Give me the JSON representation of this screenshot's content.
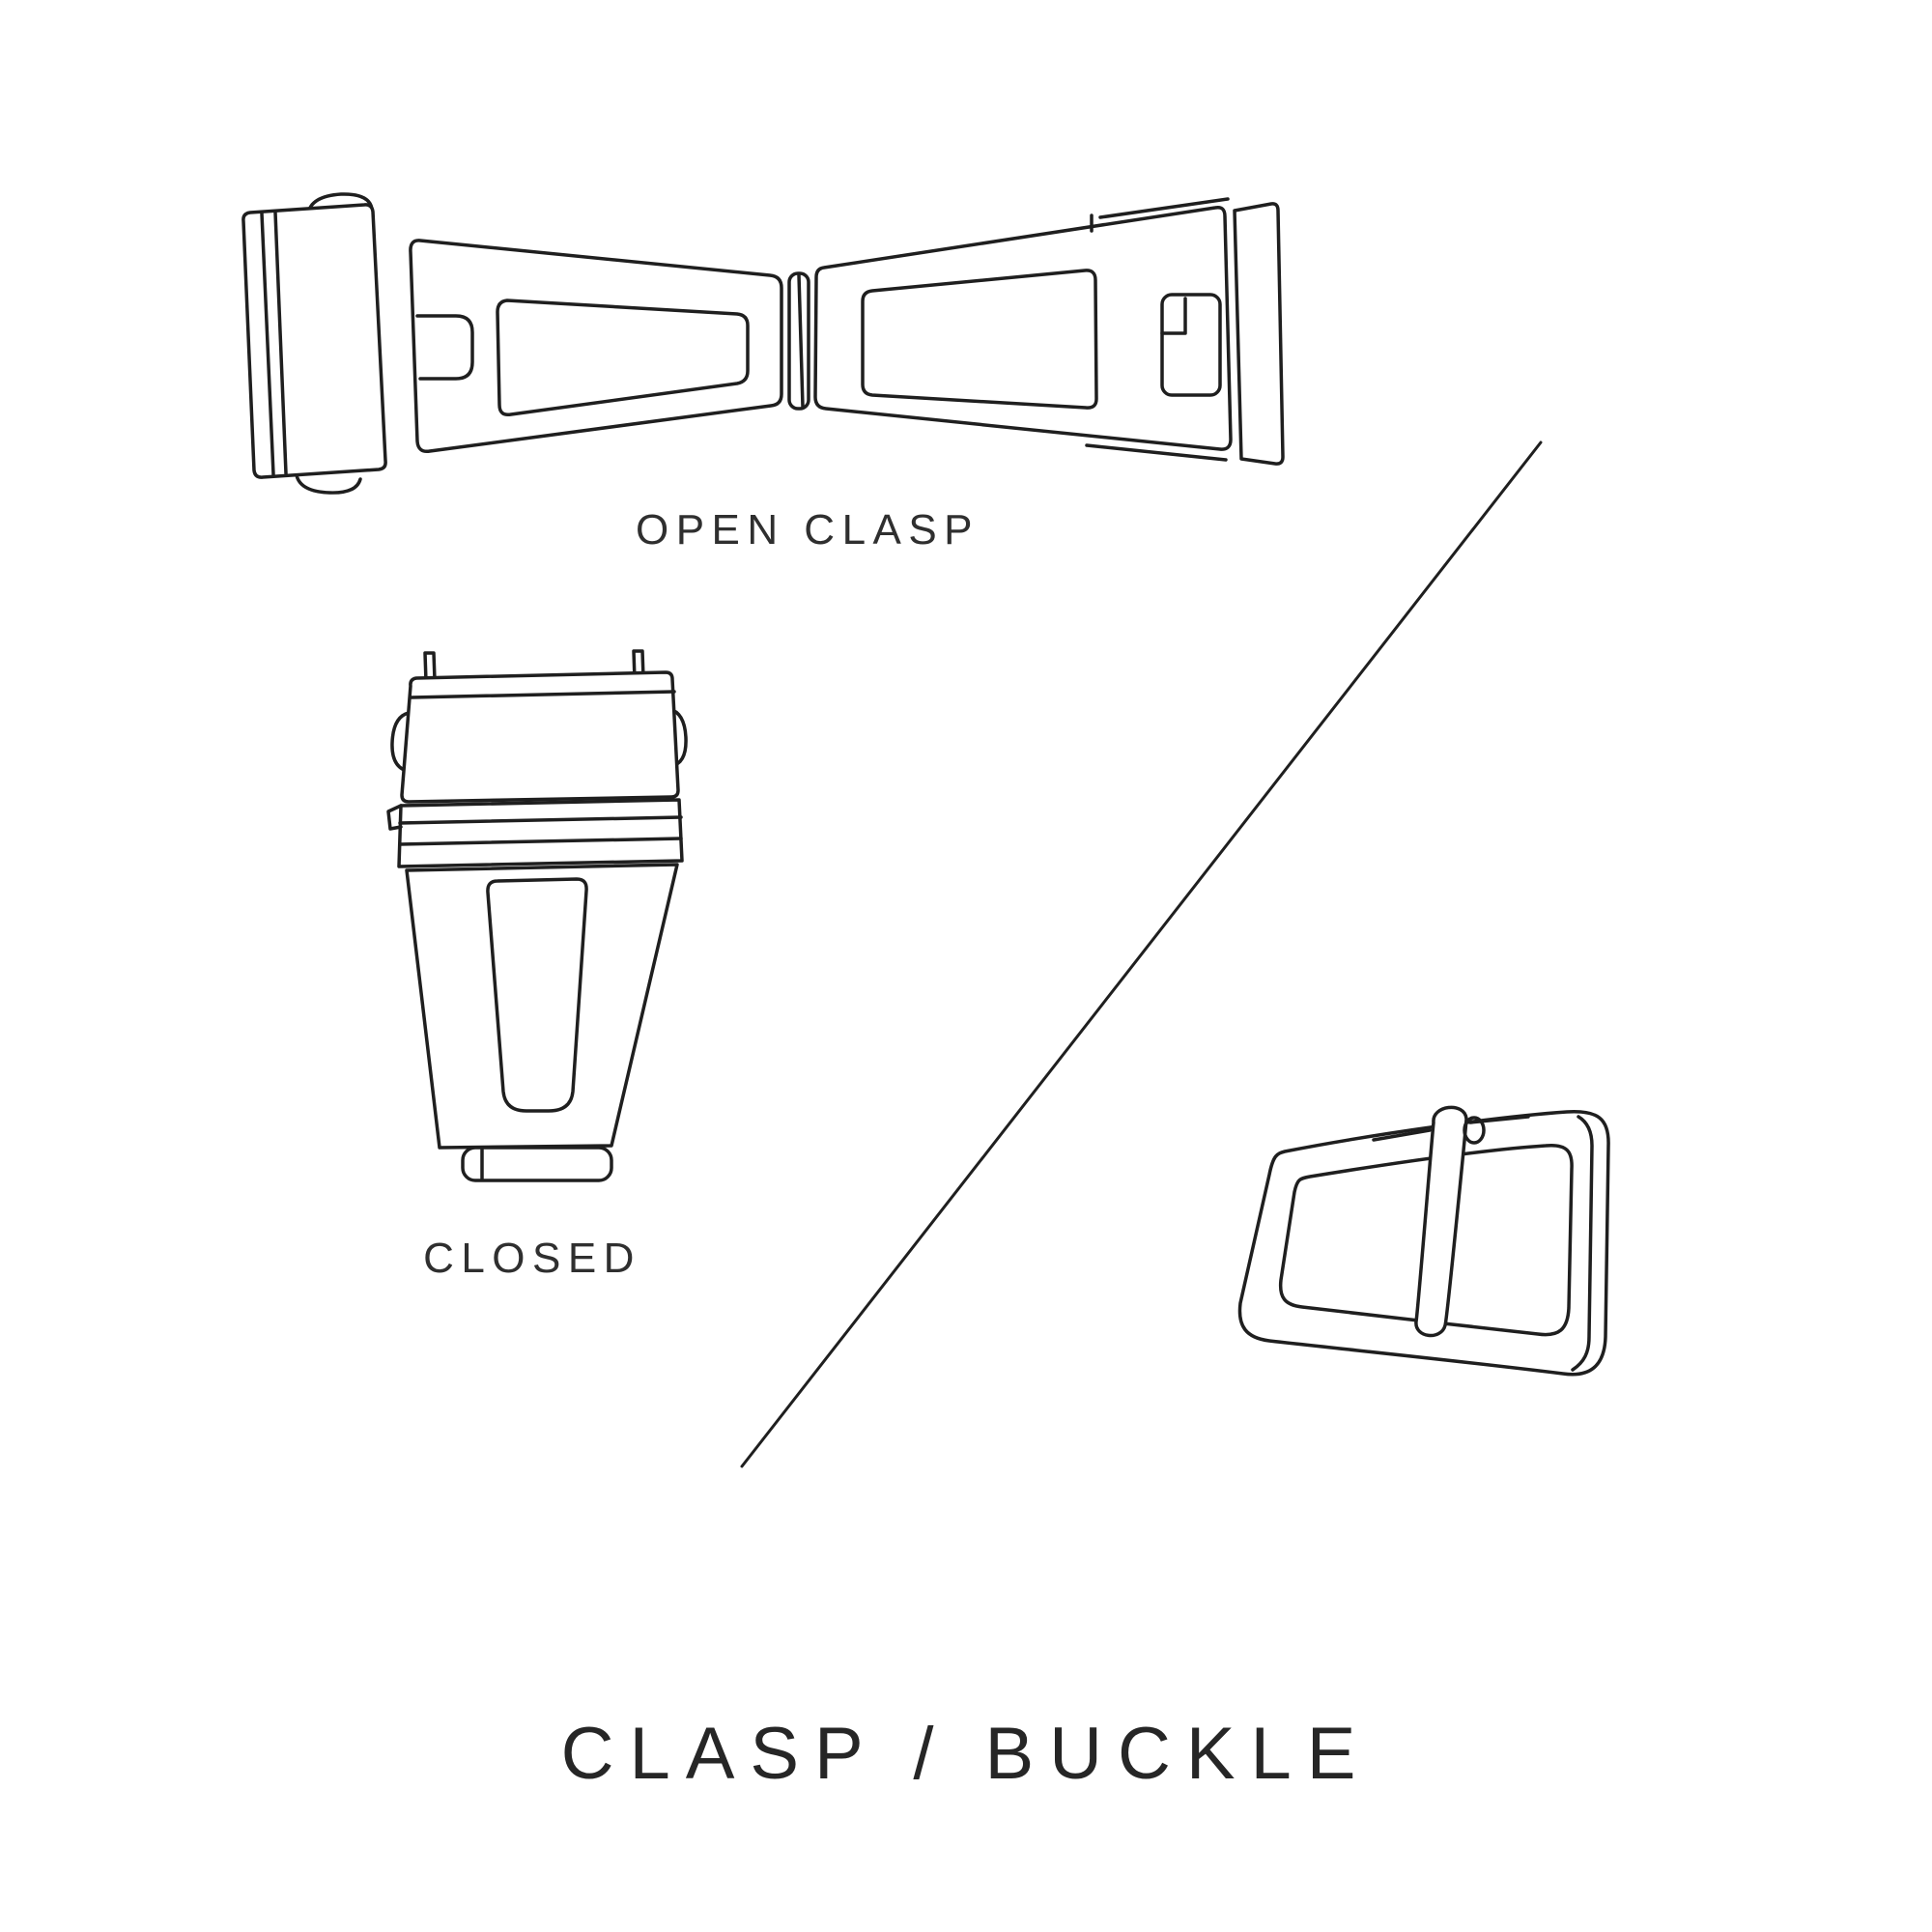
{
  "colors": {
    "background": "#ffffff",
    "ink": "#1f1f1f",
    "text": "#2f2f2f"
  },
  "labels": {
    "open_clasp": "OPEN CLASP",
    "closed": "CLOSED",
    "title": "CLASP / BUCKLE"
  },
  "illustrations": [
    "open-clasp-drawing",
    "closed-clasp-drawing",
    "tang-buckle-drawing",
    "divider-line"
  ]
}
